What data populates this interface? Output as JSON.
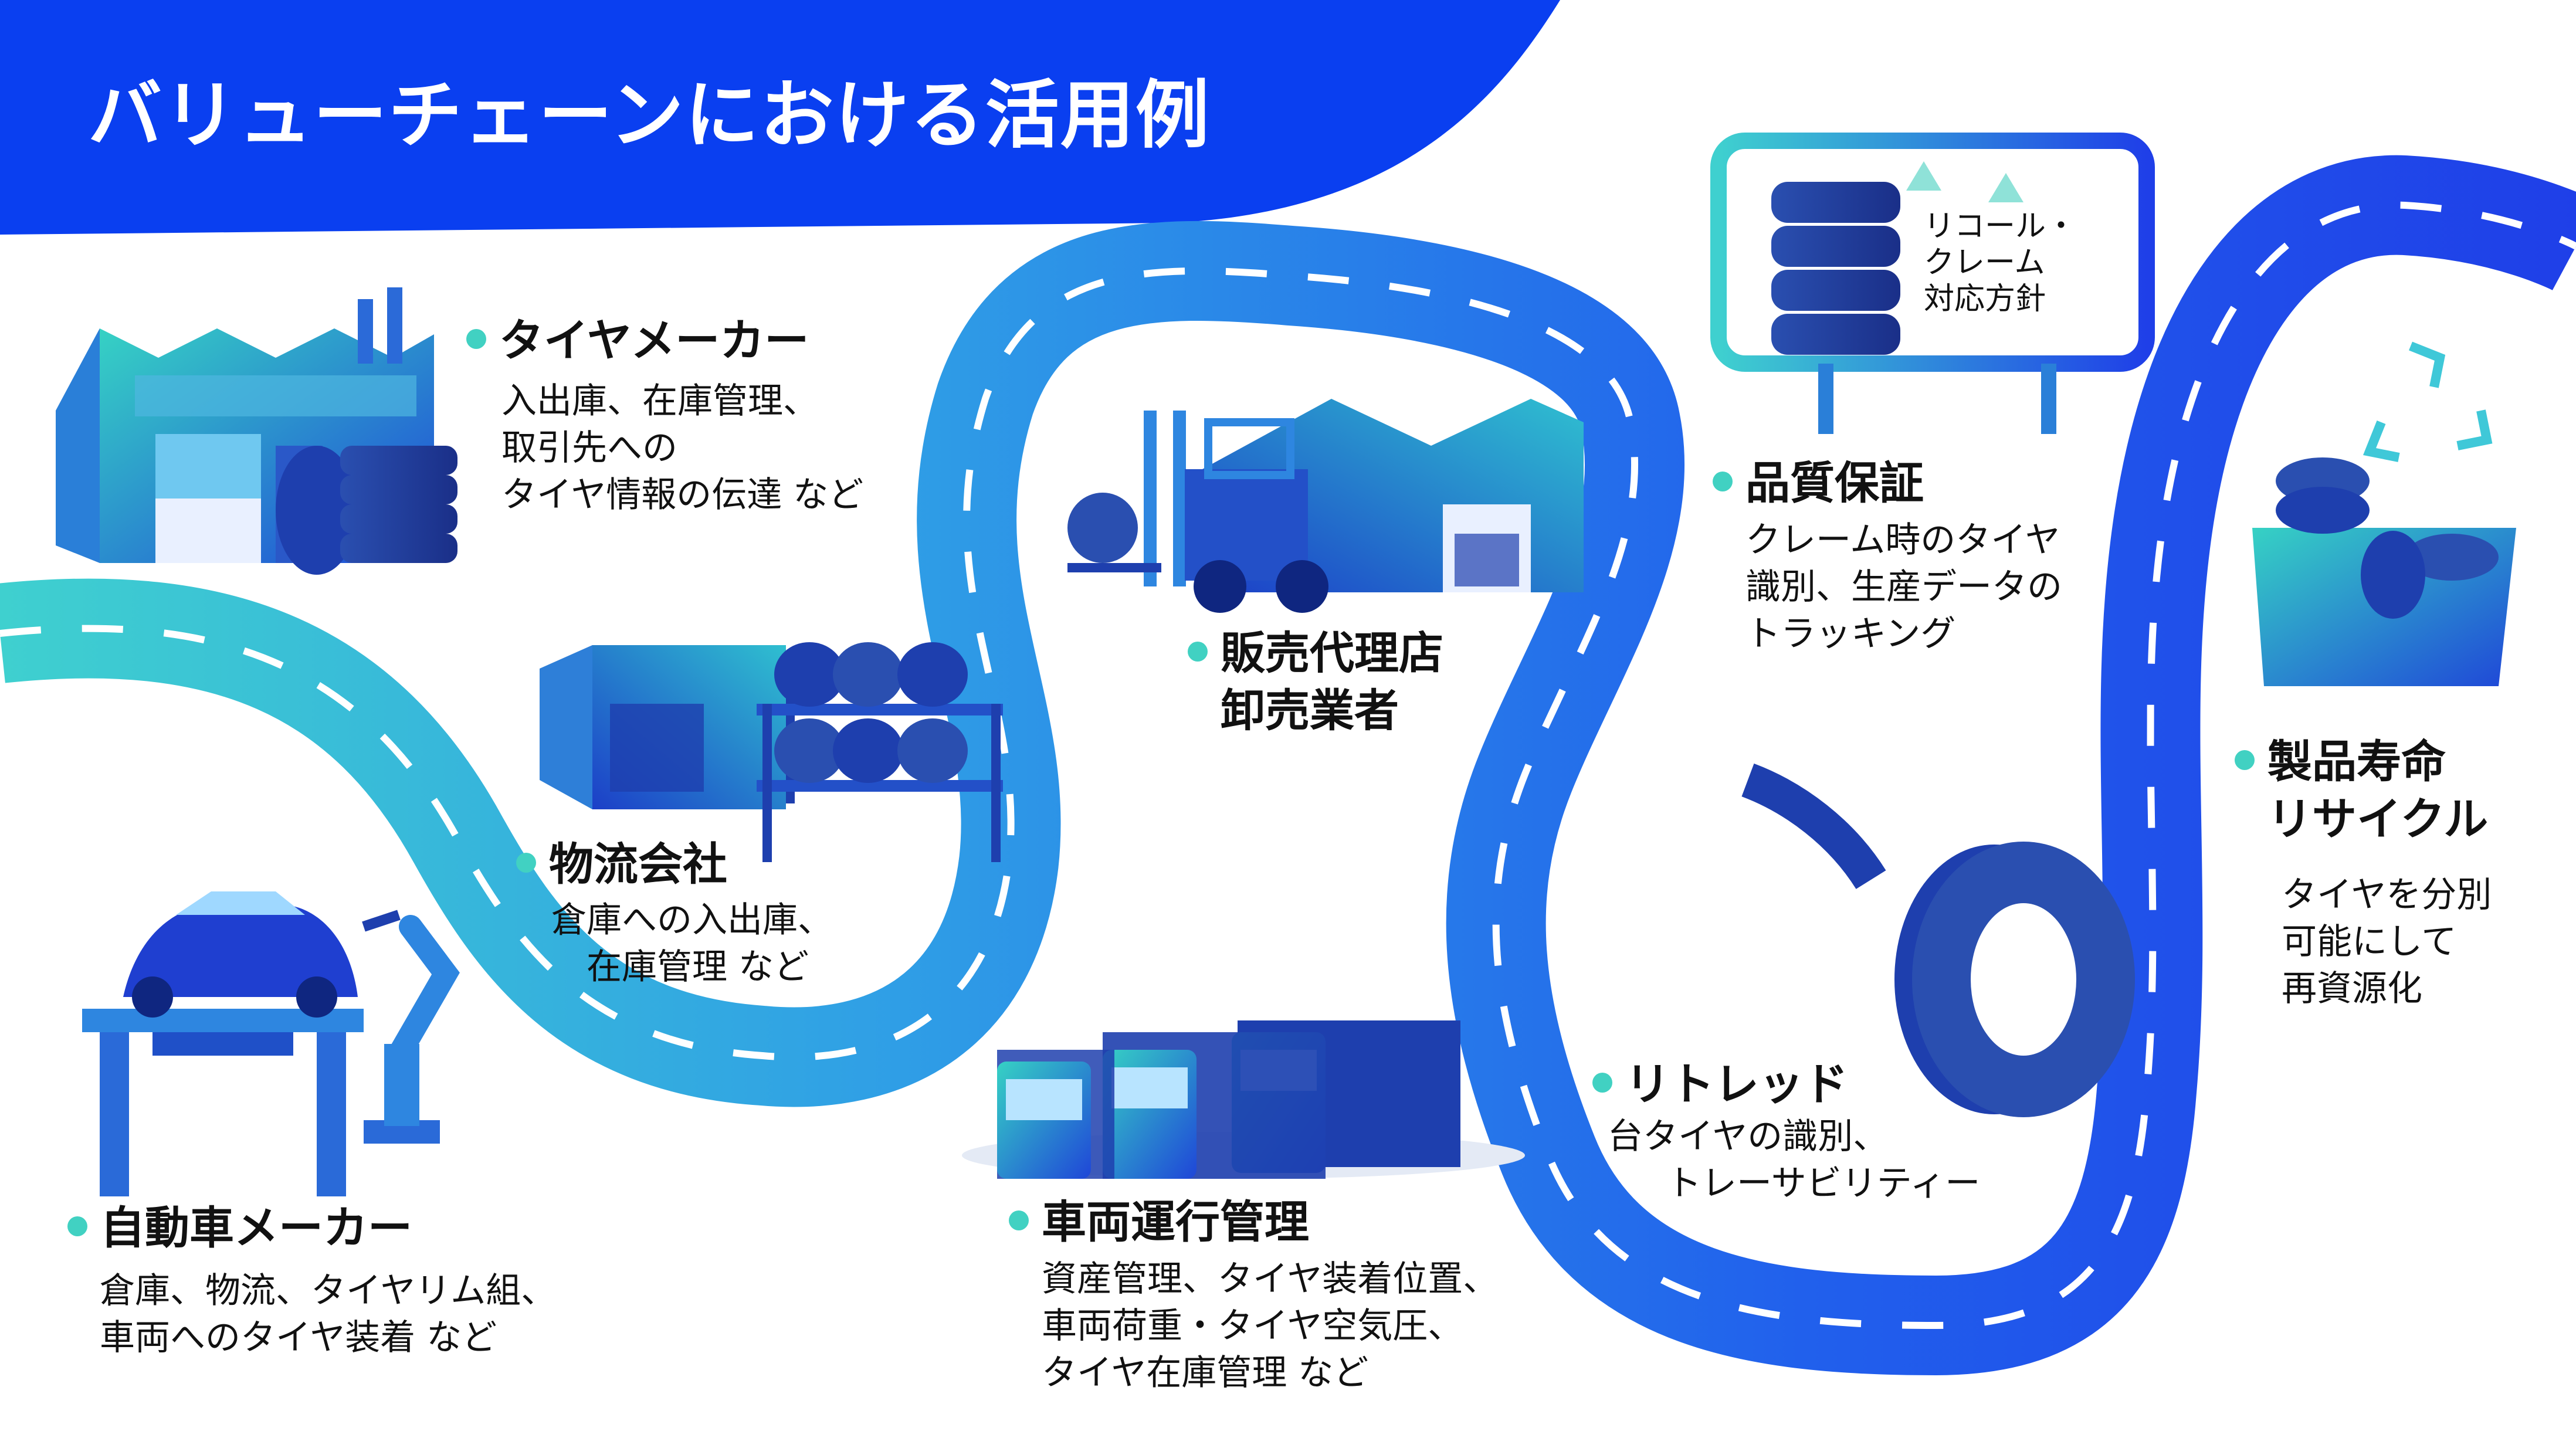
{
  "title": "バリューチェーンにおける活用例",
  "billboard": {
    "lines": [
      "リコール・",
      "クレーム",
      "対応方針"
    ]
  },
  "stages": {
    "tire_maker": {
      "heading": "タイヤメーカー",
      "lines": [
        "入出庫、在庫管理、",
        "取引先への",
        "タイヤ情報の伝達 など"
      ]
    },
    "logistics": {
      "heading": "物流会社",
      "lines": [
        "倉庫への入出庫、",
        "在庫管理 など"
      ]
    },
    "auto_maker": {
      "heading": "自動車メーカー",
      "lines": [
        "倉庫、物流、タイヤリム組、",
        "車両へのタイヤ装着 など"
      ]
    },
    "dealer": {
      "heading_lines": [
        "販売代理店",
        "卸売業者"
      ]
    },
    "fleet": {
      "heading": "車両運行管理",
      "lines": [
        "資産管理、タイヤ装着位置、",
        "車両荷重・タイヤ空気圧、",
        "タイヤ在庫管理 など"
      ]
    },
    "quality": {
      "heading": "品質保証",
      "lines": [
        "クレーム時のタイヤ",
        "識別、生産データの",
        "トラッキング"
      ]
    },
    "retread": {
      "heading": "リトレッド",
      "lines": [
        "台タイヤの識別、",
        "トレーサビリティー"
      ]
    },
    "recycle": {
      "heading_lines": [
        "製品寿命",
        "リサイクル"
      ],
      "lines": [
        "タイヤを分別",
        "可能にして",
        "再資源化"
      ]
    }
  },
  "colors": {
    "brand_blue": "#0a3ff0",
    "road_light": "#3fd0cf",
    "road_dark": "#1f3fe8",
    "bullet": "#41d1c2",
    "icon_dark": "#1e3fae"
  }
}
